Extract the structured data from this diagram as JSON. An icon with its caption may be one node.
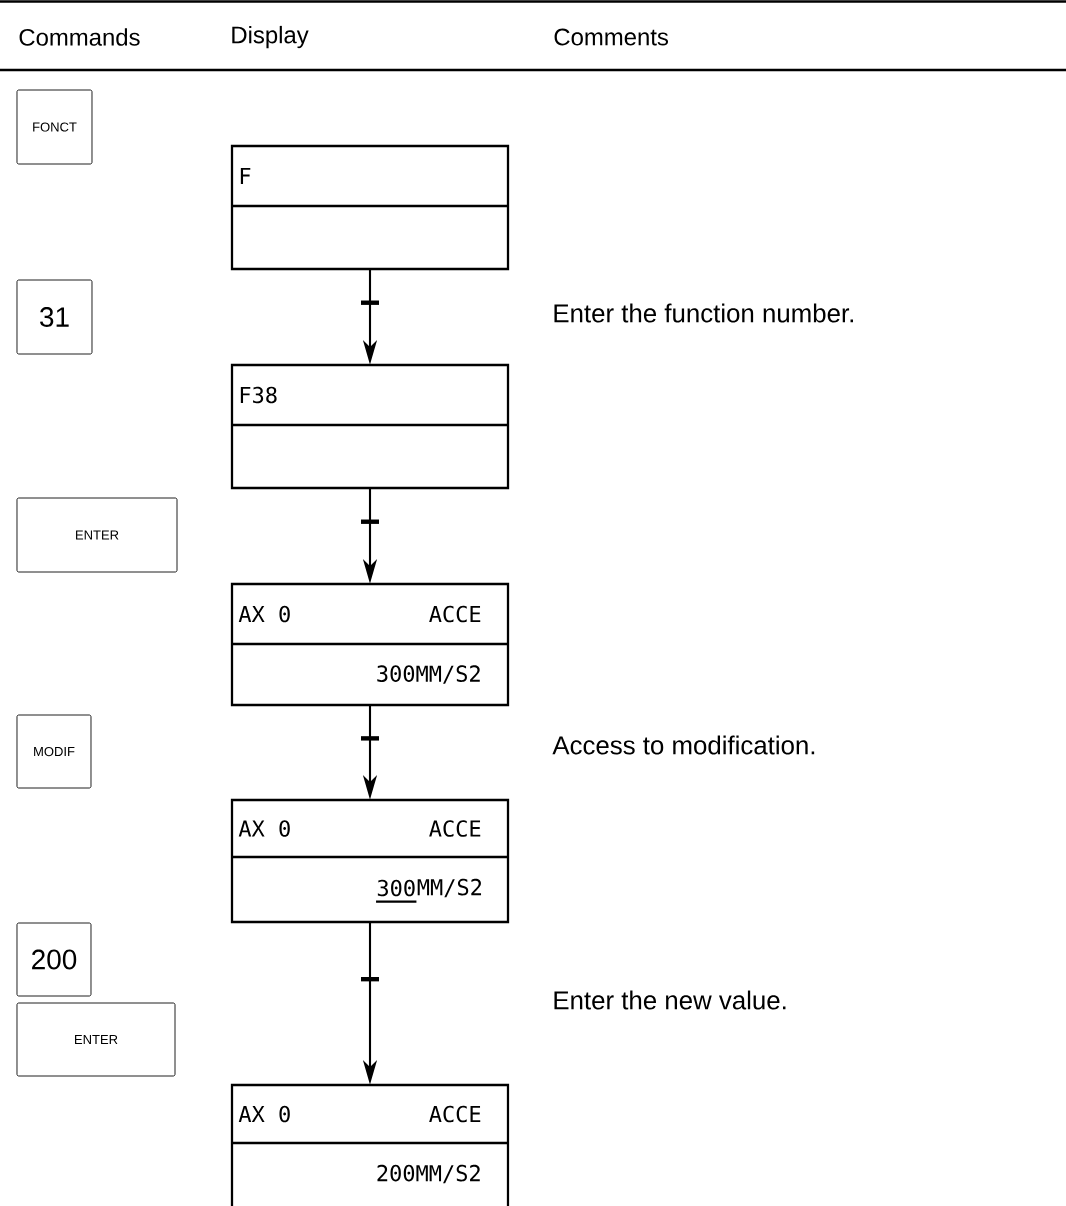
{
  "diagram": {
    "nodes": [
      {
        "text": [
          "FONCT"
        ]
      },
      {
        "text": [
          "F"
        ]
      },
      {
        "text": [
          "31"
        ]
      },
      {
        "text": [
          "F38"
        ]
      },
      {
        "text": [
          "ENTER"
        ]
      },
      {
        "text": [
          "AX 0",
          "ACCE",
          "300MM/S2"
        ]
      },
      {
        "text": [
          "MODIF"
        ]
      },
      {
        "text": [
          "AX 0",
          "ACCE",
          "300",
          "MM/S2"
        ]
      },
      {
        "text": [
          "200"
        ]
      },
      {
        "text": [
          "ENTER"
        ]
      },
      {
        "text": [
          "AX 0",
          "ACCE",
          "200MM/S2"
        ]
      }
    ],
    "edges": [
      {
        "from": 1,
        "to": 3,
        "arrow": "to"
      },
      {
        "from": 3,
        "to": 5,
        "arrow": "to"
      },
      {
        "from": 5,
        "to": 7,
        "arrow": "to"
      },
      {
        "from": 7,
        "to": 10,
        "arrow": "to"
      }
    ],
    "labels": [
      "Commands",
      "Display",
      "Comments",
      "Enter the function number.",
      "Access to modification.",
      "Enter the new value."
    ]
  }
}
